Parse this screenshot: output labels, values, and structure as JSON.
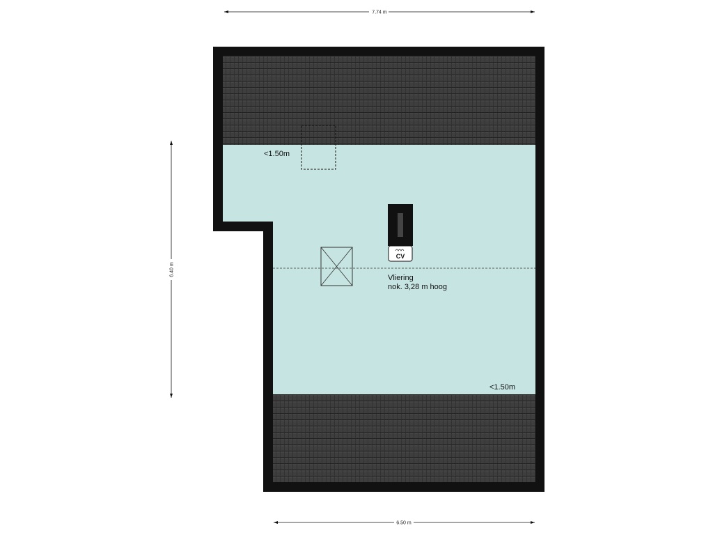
{
  "plan": {
    "dimensions": {
      "top_width": "7.74 m",
      "bottom_width": "6.50 m",
      "left_height": "6.40 m"
    },
    "room": {
      "name": "Vliering",
      "ridge": "nok. 3,28 m hoog"
    },
    "labels": {
      "low_height_top": "<1.50m",
      "low_height_bottom": "<1.50m",
      "boiler": "CV"
    },
    "colors": {
      "room_fill": "#c6e4e2",
      "roof_tile": "#3c3c3c",
      "wall": "#111111"
    }
  }
}
